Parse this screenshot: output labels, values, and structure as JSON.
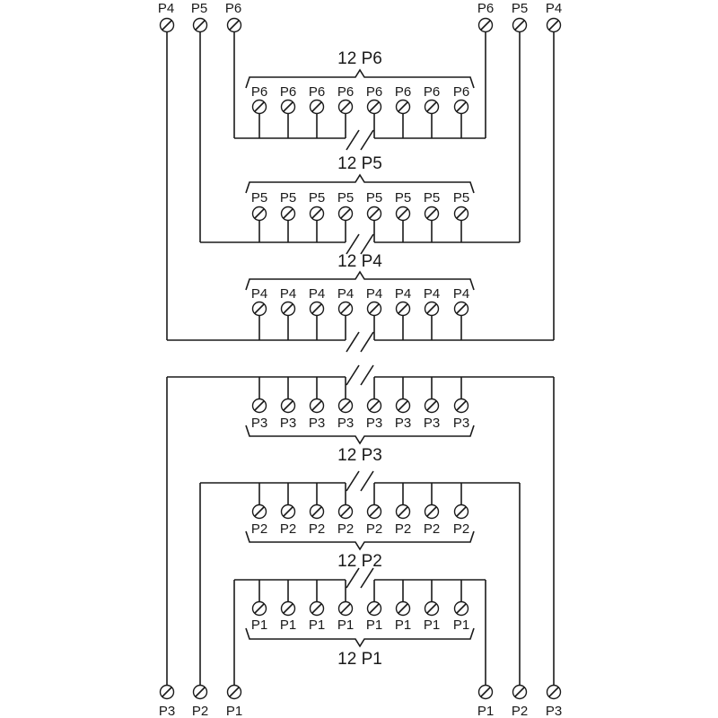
{
  "diagram": {
    "type": "wiring-diagram",
    "description": "Transformer secondary terminal connections with six groups of paralleled terminals",
    "line_color": "#1a1a1a",
    "background": "#ffffff",
    "top_terminals_left": [
      "P4",
      "P5",
      "P6"
    ],
    "top_terminals_right": [
      "P6",
      "P5",
      "P4"
    ],
    "bottom_terminals_left": [
      "P3",
      "P2",
      "P1"
    ],
    "bottom_terminals_right": [
      "P1",
      "P2",
      "P3"
    ],
    "groups": [
      {
        "id": "P6",
        "title": "12 P6",
        "terminal_label": "P6",
        "terminal_count": 8,
        "orientation": "labels-above"
      },
      {
        "id": "P5",
        "title": "12 P5",
        "terminal_label": "P5",
        "terminal_count": 8,
        "orientation": "labels-above"
      },
      {
        "id": "P4",
        "title": "12 P4",
        "terminal_label": "P4",
        "terminal_count": 8,
        "orientation": "labels-above"
      },
      {
        "id": "P3",
        "title": "12 P3",
        "terminal_label": "P3",
        "terminal_count": 8,
        "orientation": "labels-below"
      },
      {
        "id": "P2",
        "title": "12 P2",
        "terminal_label": "P2",
        "terminal_count": 8,
        "orientation": "labels-below"
      },
      {
        "id": "P1",
        "title": "12 P1",
        "terminal_label": "P1",
        "terminal_count": 8,
        "orientation": "labels-below"
      }
    ],
    "terminal_icon": "screw-terminal-icon",
    "break_icon": "break-mark-icon"
  }
}
